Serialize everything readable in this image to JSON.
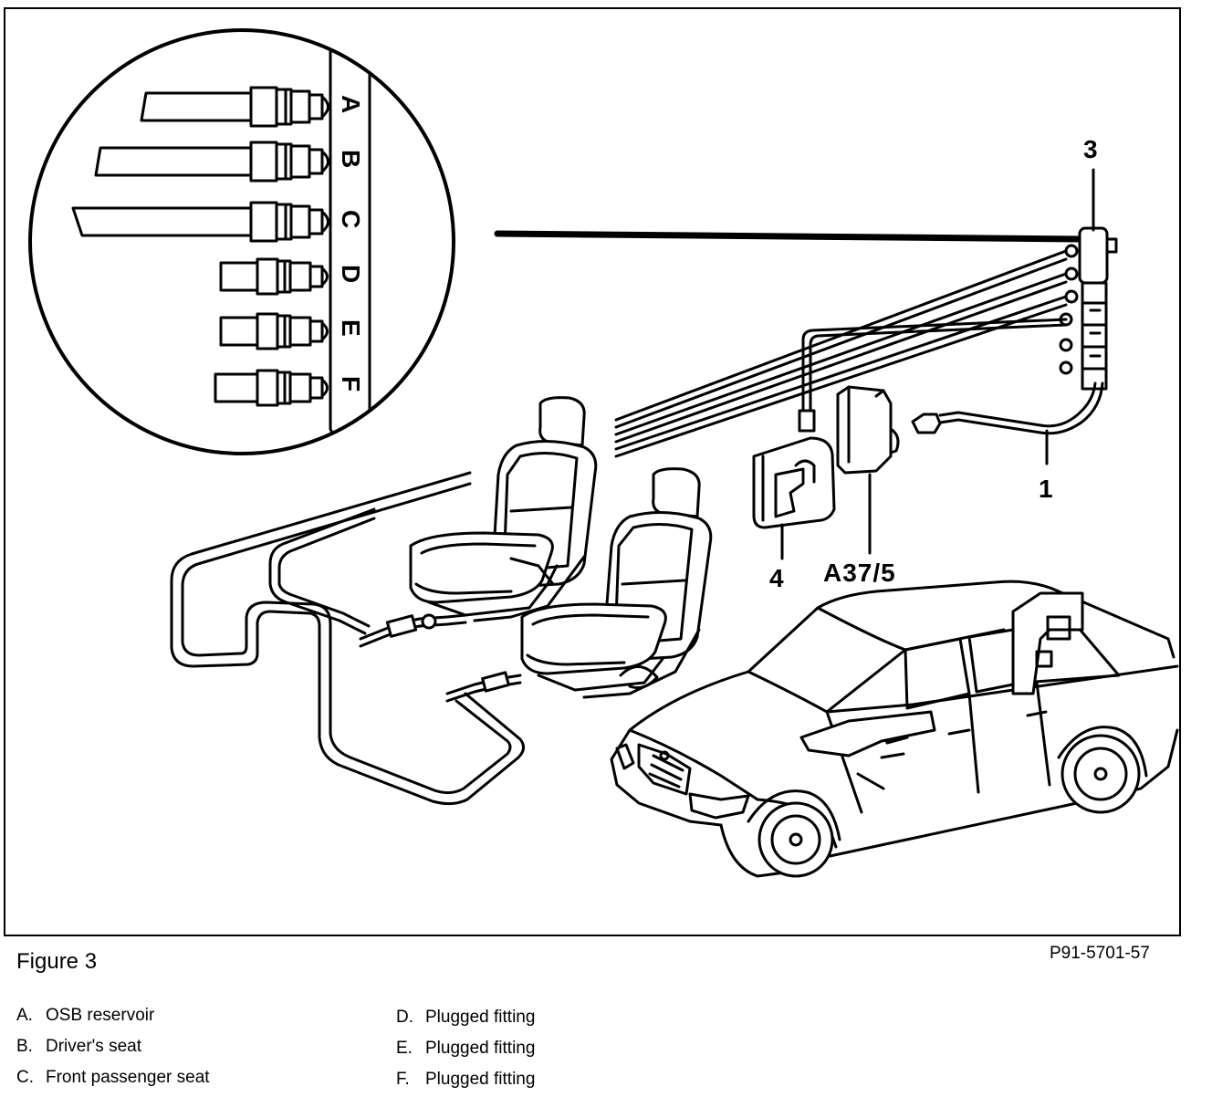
{
  "figure": {
    "caption": "Figure 3",
    "code": "P91-5701-57"
  },
  "callouts": {
    "c1": "1",
    "c3": "3",
    "c4": "4",
    "a37": "A37/5"
  },
  "detail_letters": [
    "A",
    "B",
    "C",
    "D",
    "E",
    "F"
  ],
  "legend": [
    {
      "key": "A.",
      "text": "OSB reservoir"
    },
    {
      "key": "B.",
      "text": "Driver's seat"
    },
    {
      "key": "C.",
      "text": "Front passenger seat"
    },
    {
      "key": "D.",
      "text": "Plugged fitting"
    },
    {
      "key": "E.",
      "text": "Plugged fitting"
    },
    {
      "key": "F.",
      "text": "Plugged fitting"
    }
  ]
}
